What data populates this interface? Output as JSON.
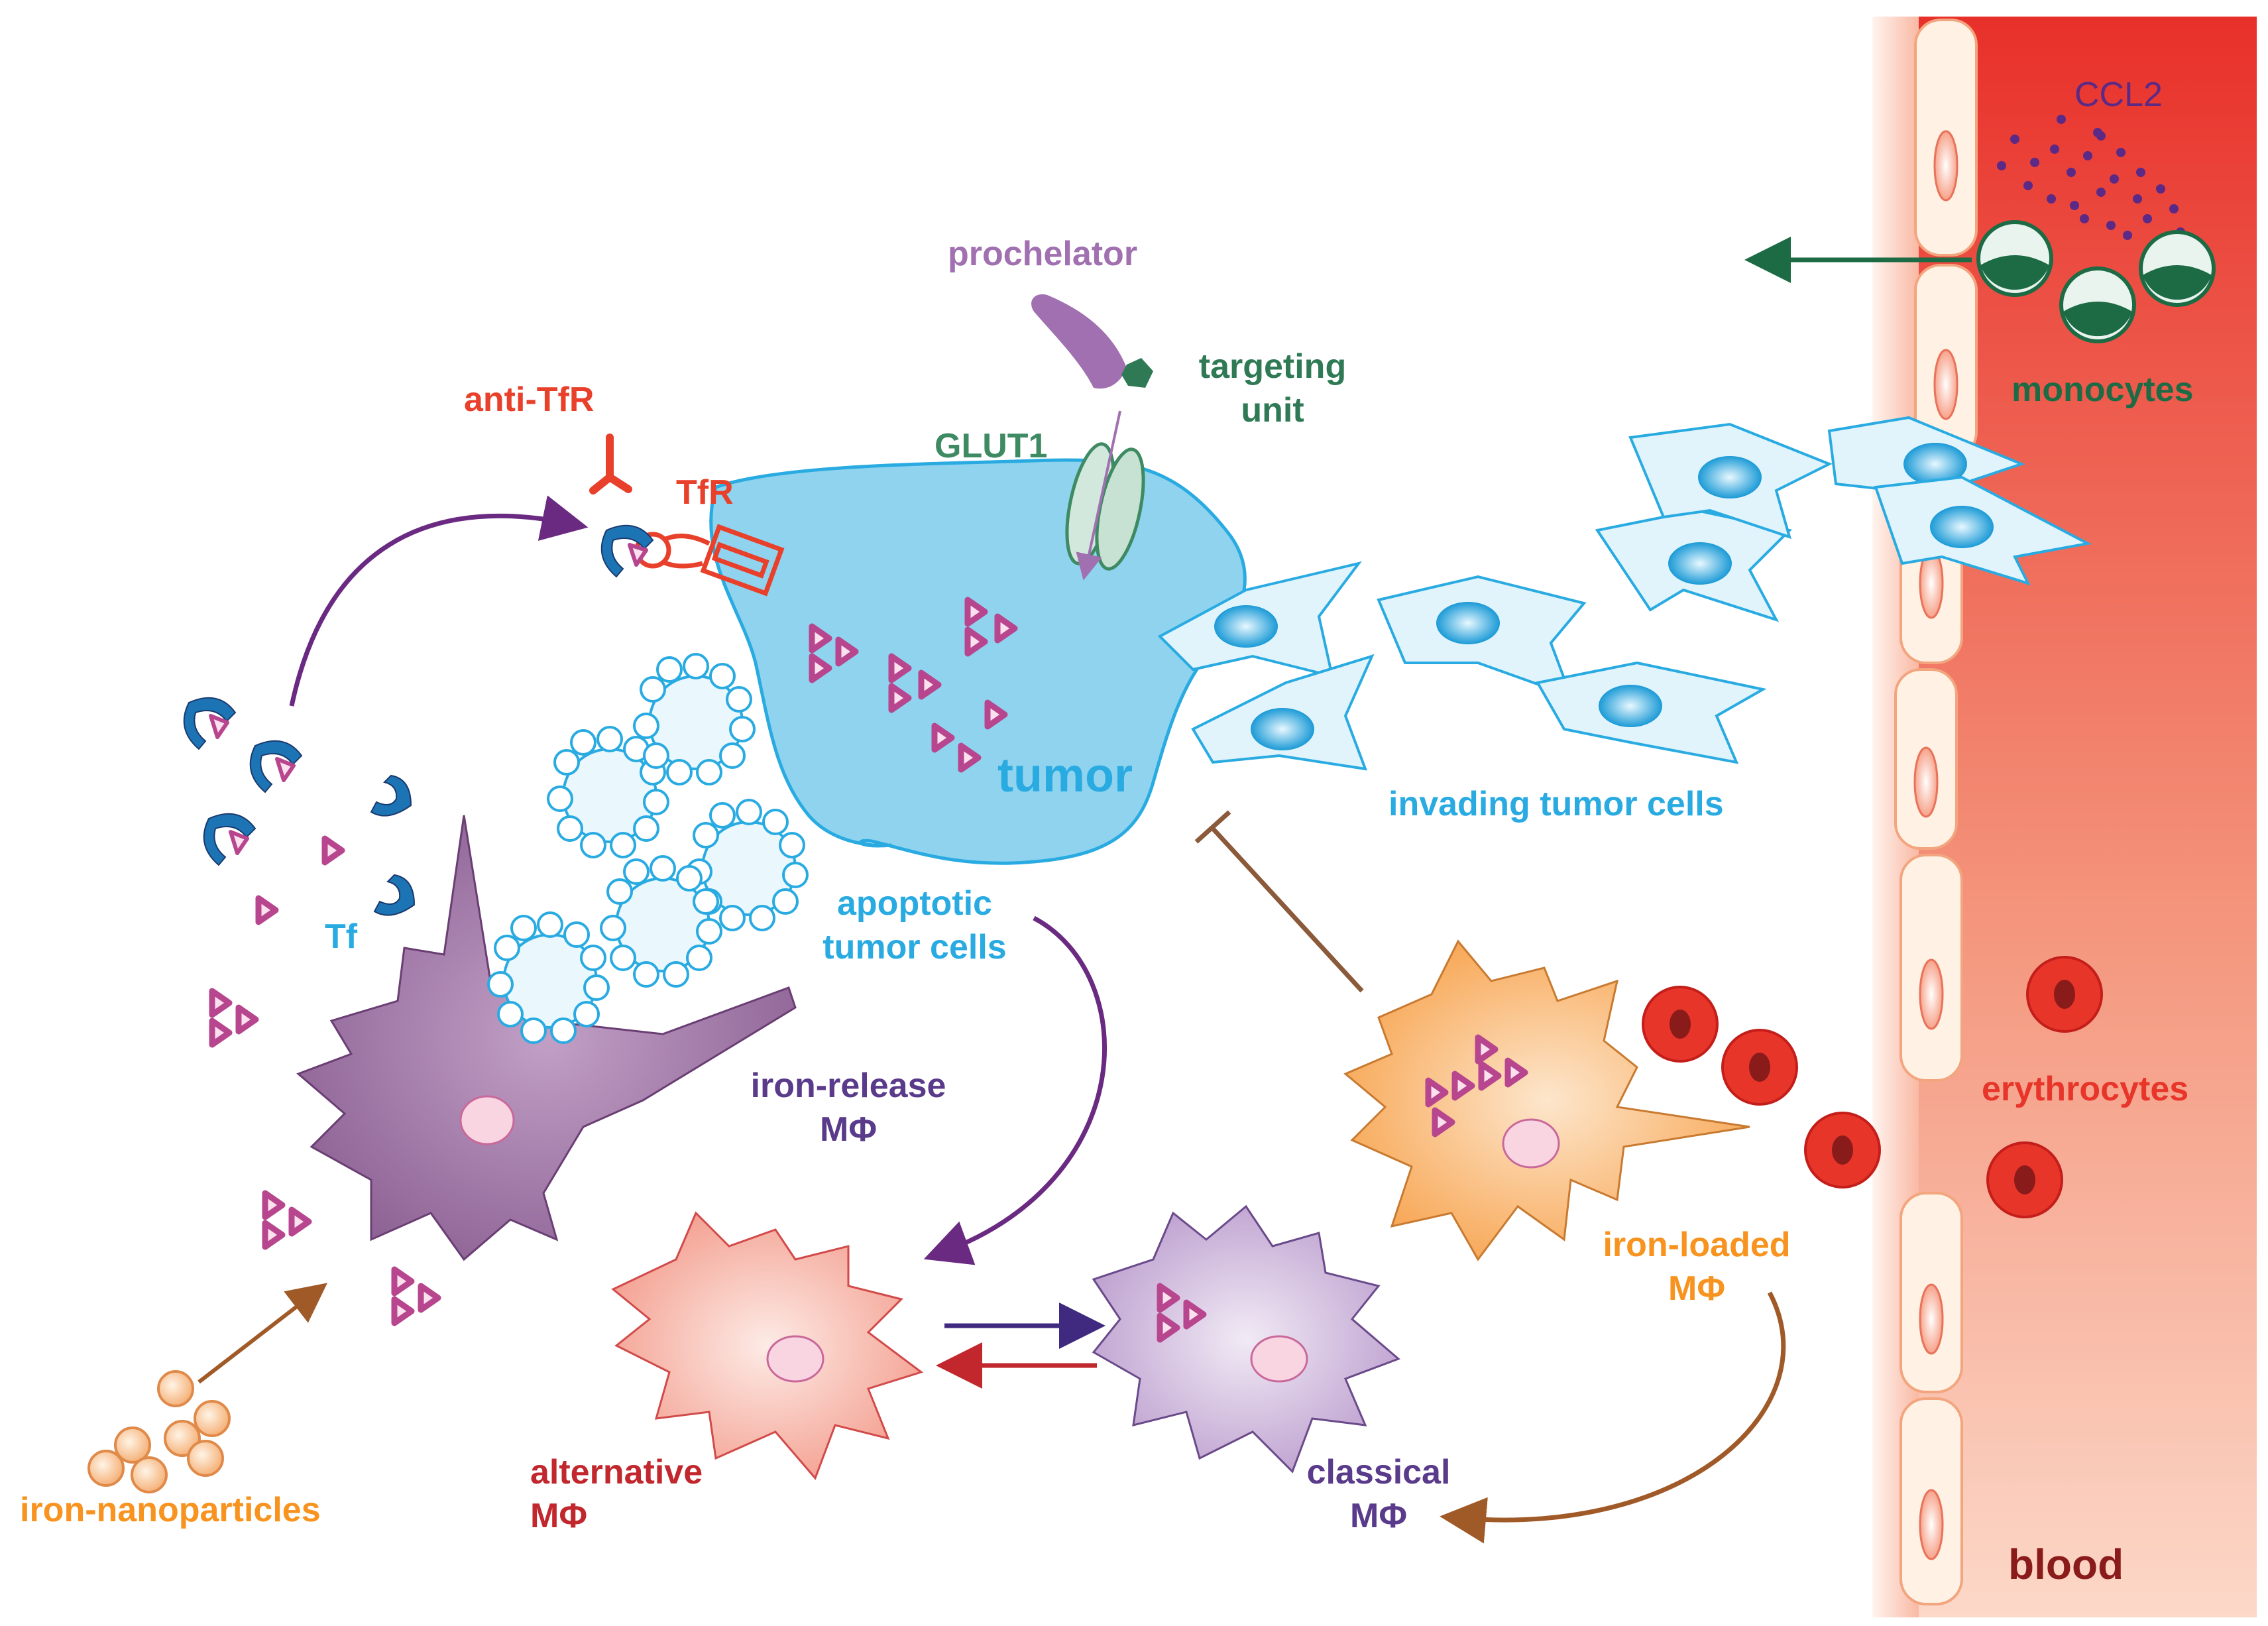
{
  "labels": {
    "ccl2": "CCL2",
    "prochelator": "prochelator",
    "targeting_unit_1": "targeting",
    "targeting_unit_2": "unit",
    "monocytes": "monocytes",
    "anti_tfr": "anti-TfR",
    "tfr": "TfR",
    "glut1": "GLUT1",
    "tumor": "tumor",
    "invading_tumor_cells": "invading tumor cells",
    "tf": "Tf",
    "apoptotic_1": "apoptotic",
    "apoptotic_2": "tumor cells",
    "iron_release_1": "iron-release",
    "iron_release_2": "MΦ",
    "erythrocytes": "erythrocytes",
    "iron_loaded_1": "iron-loaded",
    "iron_loaded_2": "MΦ",
    "alternative_1": "alternative",
    "alternative_2": "MΦ",
    "classical_1": "classical",
    "classical_2": "MΦ",
    "iron_nanoparticles": "iron-nanoparticles",
    "blood": "blood"
  },
  "colors": {
    "tumor_blue": "#29abe2",
    "tumor_fill": "#8fd3ee",
    "invading_fill": "#e1f4fc",
    "iron_pink": "#b8468f",
    "anti_tfr_red": "#e8402a",
    "monocyte_green": "#1d6b45",
    "glut_green": "#3e8a62",
    "prochelator_purple": "#a070b0",
    "orange": "#f7931e",
    "alt_red": "#c1272d",
    "classical_purple": "#5a3a8a",
    "arrow_purple": "#6a2a82",
    "arrow_brown": "#a05a28",
    "blood_red": "#e8352a",
    "blood_dark": "#8a1b1b",
    "erythrocyte_red": "#e8352a"
  }
}
